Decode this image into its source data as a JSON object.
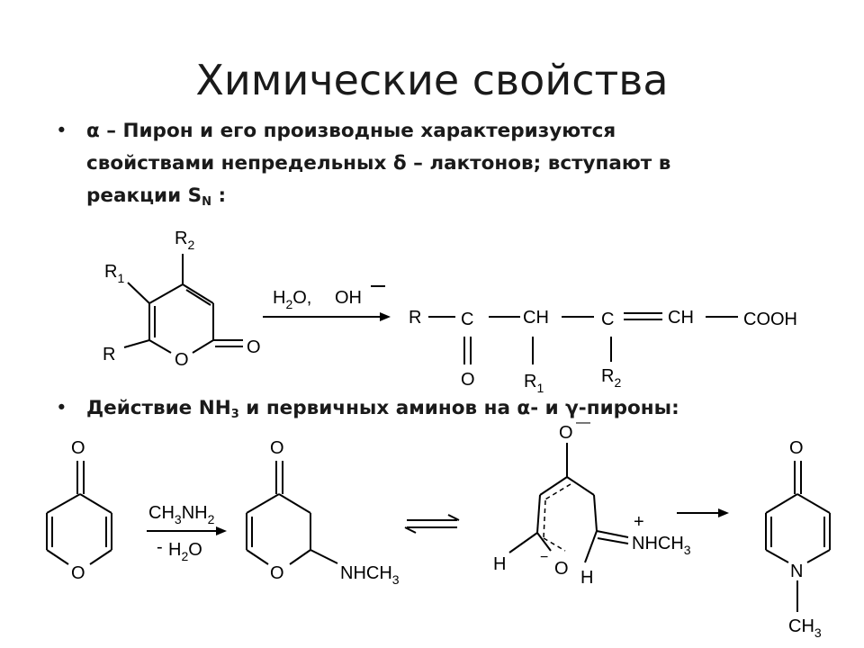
{
  "slide": {
    "title": "Химические свойства",
    "bullet1": {
      "line1": "α – Пирон и его производные характеризуются",
      "line2": "свойствами непредельных δ – лактонов; вступают в",
      "line3_pre": "реакции S",
      "line3_sub": "N",
      "line3_post": " :"
    },
    "bullet2": {
      "pre": "Действие NH",
      "sub": "3",
      "post": " и первичных аминов на α- и γ-пироны:"
    }
  },
  "scheme1": {
    "reactant": {
      "r2": "R",
      "r2_sub": "2",
      "r1": "R",
      "r1_sub": "1",
      "r": "R",
      "ring_o": "O",
      "carbonyl_o": "O"
    },
    "reagents": {
      "h": "H",
      "h_sub": "2",
      "o_comma": "O,",
      "oh": "OH",
      "oh_charge": "—"
    },
    "product": {
      "r": "R",
      "c1": "C",
      "ch1": "CH",
      "c2": "C",
      "ch2": "CH",
      "cooh": "COOH",
      "o": "O",
      "r1": "R",
      "r1_sub": "1",
      "r2": "R",
      "r2_sub": "2"
    }
  },
  "scheme2": {
    "gamma_pyrone": {
      "carbonyl_o": "O",
      "ring_o": "O"
    },
    "reagent_top": {
      "ch": "CH",
      "s1": "3",
      "nh": "NH",
      "s2": "2"
    },
    "reagent_bottom": {
      "minus": "-",
      "h": "H",
      "s": "2",
      "o": "O"
    },
    "intermediate": {
      "carbonyl_o": "O",
      "ring_o": "O",
      "nhch": "NHCH",
      "nhch_sub": "3"
    },
    "open_form": {
      "o_top": "O",
      "o_top_charge": "—",
      "h_left": "H",
      "o_minus": "−",
      "o_bottom": "O",
      "h_bottom": "H",
      "plus": "+",
      "nhch": "NHCH",
      "nhch_sub": "3"
    },
    "pyridone": {
      "carbonyl_o": "O",
      "n": "N",
      "ch": "CH",
      "ch_sub": "3"
    }
  }
}
